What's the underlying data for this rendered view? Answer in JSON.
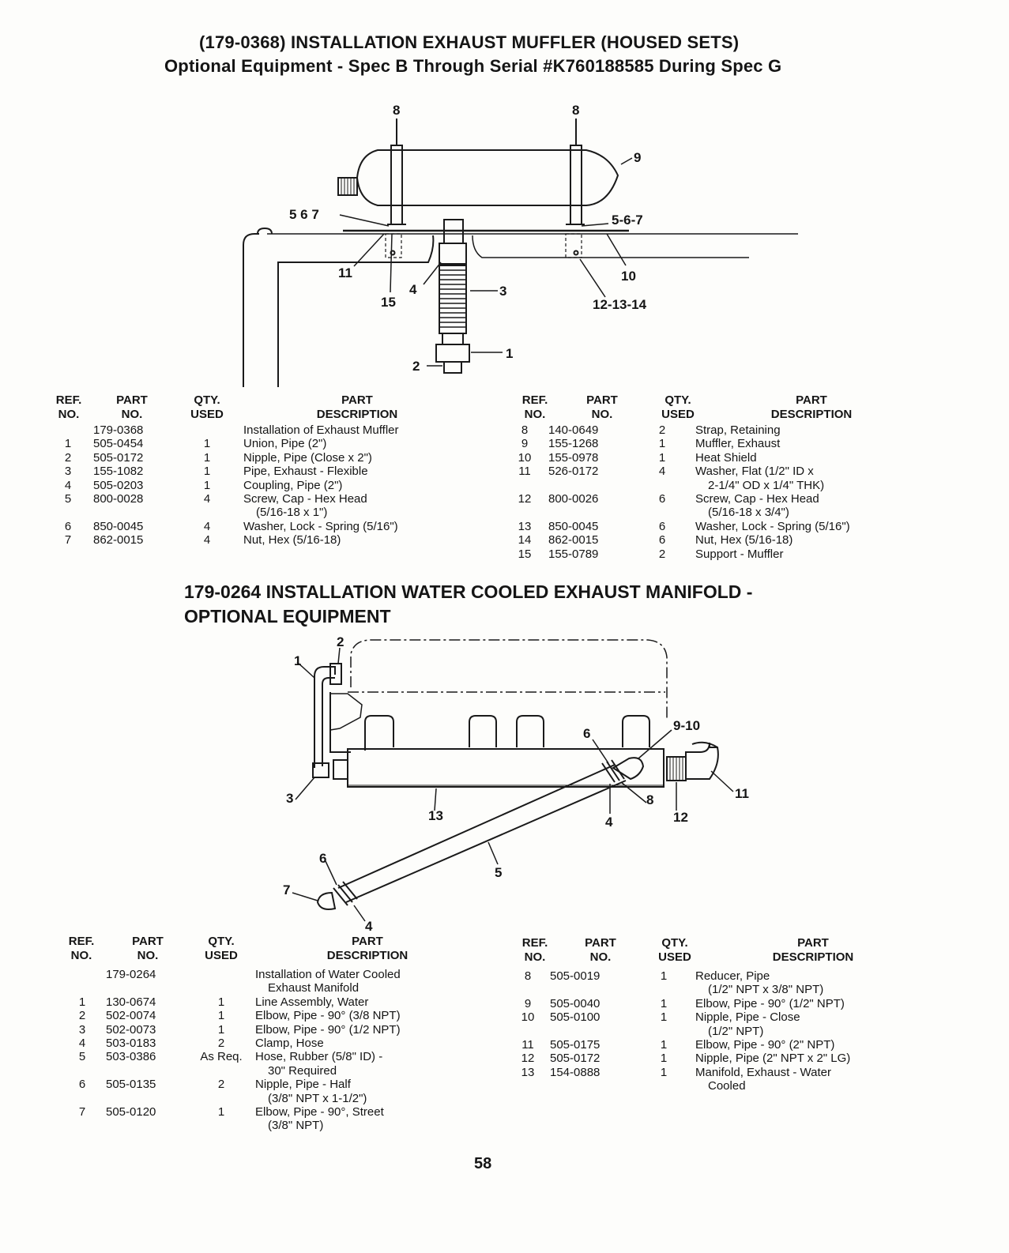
{
  "section1": {
    "title_line1": "(179-0368) INSTALLATION EXHAUST MUFFLER (HOUSED SETS)",
    "title_line2": "Optional Equipment - Spec B Through Serial #K760188585 During Spec G",
    "callouts": [
      "8",
      "8",
      "9",
      "5 6 7",
      "5-6-7",
      "11",
      "10",
      "15",
      "4",
      "3",
      "12-13-14",
      "1",
      "2"
    ],
    "headers": {
      "ref": "REF.\nNO.",
      "part": "PART\nNO.",
      "qty": "QTY.\nUSED",
      "desc": "PART\nDESCRIPTION"
    },
    "left_rows": [
      {
        "ref": "",
        "part": "179-0368",
        "qty": "",
        "desc": "Installation of Exhaust Muffler"
      },
      {
        "ref": "1",
        "part": "505-0454",
        "qty": "1",
        "desc": "Union, Pipe (2\")"
      },
      {
        "ref": "2",
        "part": "505-0172",
        "qty": "1",
        "desc": "Nipple, Pipe (Close x 2\")"
      },
      {
        "ref": "3",
        "part": "155-1082",
        "qty": "1",
        "desc": "Pipe, Exhaust - Flexible"
      },
      {
        "ref": "4",
        "part": "505-0203",
        "qty": "1",
        "desc": "Coupling, Pipe (2\")"
      },
      {
        "ref": "5",
        "part": "800-0028",
        "qty": "4",
        "desc": "Screw, Cap - Hex Head",
        "desc2": "(5/16-18 x 1\")"
      },
      {
        "ref": "6",
        "part": "850-0045",
        "qty": "4",
        "desc": "Washer, Lock - Spring (5/16\")"
      },
      {
        "ref": "7",
        "part": "862-0015",
        "qty": "4",
        "desc": "Nut, Hex (5/16-18)"
      }
    ],
    "right_rows": [
      {
        "ref": "8",
        "part": "140-0649",
        "qty": "2",
        "desc": "Strap, Retaining"
      },
      {
        "ref": "9",
        "part": "155-1268",
        "qty": "1",
        "desc": "Muffler, Exhaust"
      },
      {
        "ref": "10",
        "part": "155-0978",
        "qty": "1",
        "desc": "Heat Shield"
      },
      {
        "ref": "11",
        "part": "526-0172",
        "qty": "4",
        "desc": "Washer, Flat (1/2\" ID x",
        "desc2": "2-1/4\" OD x 1/4\" THK)"
      },
      {
        "ref": "12",
        "part": "800-0026",
        "qty": "6",
        "desc": "Screw, Cap - Hex Head",
        "desc2": "(5/16-18 x 3/4\")"
      },
      {
        "ref": "13",
        "part": "850-0045",
        "qty": "6",
        "desc": "Washer, Lock - Spring (5/16\")"
      },
      {
        "ref": "14",
        "part": "862-0015",
        "qty": "6",
        "desc": "Nut, Hex (5/16-18)"
      },
      {
        "ref": "15",
        "part": "155-0789",
        "qty": "2",
        "desc": "Support - Muffler"
      }
    ]
  },
  "section2": {
    "title_line1": "179-0264 INSTALLATION WATER COOLED EXHAUST MANIFOLD -",
    "title_line2": "OPTIONAL EQUIPMENT",
    "callouts": [
      "1",
      "2",
      "6",
      "9-10",
      "3",
      "13",
      "8",
      "4",
      "12",
      "11",
      "6",
      "5",
      "7",
      "4"
    ],
    "headers": {
      "ref": "REF.\nNO.",
      "part": "PART\nNO.",
      "qty": "QTY.\nUSED",
      "desc": "PART\nDESCRIPTION"
    },
    "left_rows": [
      {
        "ref": "",
        "part": "179-0264",
        "qty": "",
        "desc": "Installation of Water Cooled",
        "desc2": "Exhaust Manifold"
      },
      {
        "ref": "1",
        "part": "130-0674",
        "qty": "1",
        "desc": "Line Assembly, Water"
      },
      {
        "ref": "2",
        "part": "502-0074",
        "qty": "1",
        "desc": "Elbow, Pipe - 90° (3/8 NPT)"
      },
      {
        "ref": "3",
        "part": "502-0073",
        "qty": "1",
        "desc": "Elbow, Pipe - 90° (1/2 NPT)"
      },
      {
        "ref": "4",
        "part": "503-0183",
        "qty": "2",
        "desc": "Clamp, Hose"
      },
      {
        "ref": "5",
        "part": "503-0386",
        "qty": "As Req.",
        "desc": "Hose, Rubber (5/8\" ID) -",
        "desc2": "30\" Required"
      },
      {
        "ref": "6",
        "part": "505-0135",
        "qty": "2",
        "desc": "Nipple, Pipe - Half",
        "desc2": "(3/8\" NPT x 1-1/2\")"
      },
      {
        "ref": "7",
        "part": "505-0120",
        "qty": "1",
        "desc": "Elbow, Pipe - 90°, Street",
        "desc2": "(3/8\" NPT)"
      }
    ],
    "right_rows": [
      {
        "ref": "8",
        "part": "505-0019",
        "qty": "1",
        "desc": "Reducer, Pipe",
        "desc2": "(1/2\" NPT x 3/8\" NPT)"
      },
      {
        "ref": "9",
        "part": "505-0040",
        "qty": "1",
        "desc": "Elbow, Pipe - 90° (1/2\" NPT)"
      },
      {
        "ref": "10",
        "part": "505-0100",
        "qty": "1",
        "desc": "Nipple, Pipe - Close",
        "desc2": "(1/2\" NPT)"
      },
      {
        "ref": "11",
        "part": "505-0175",
        "qty": "1",
        "desc": "Elbow, Pipe - 90° (2\" NPT)"
      },
      {
        "ref": "12",
        "part": "505-0172",
        "qty": "1",
        "desc": "Nipple, Pipe (2\" NPT x 2\" LG)"
      },
      {
        "ref": "13",
        "part": "154-0888",
        "qty": "1",
        "desc": "Manifold, Exhaust - Water",
        "desc2": "Cooled"
      }
    ]
  },
  "page_number": "58"
}
